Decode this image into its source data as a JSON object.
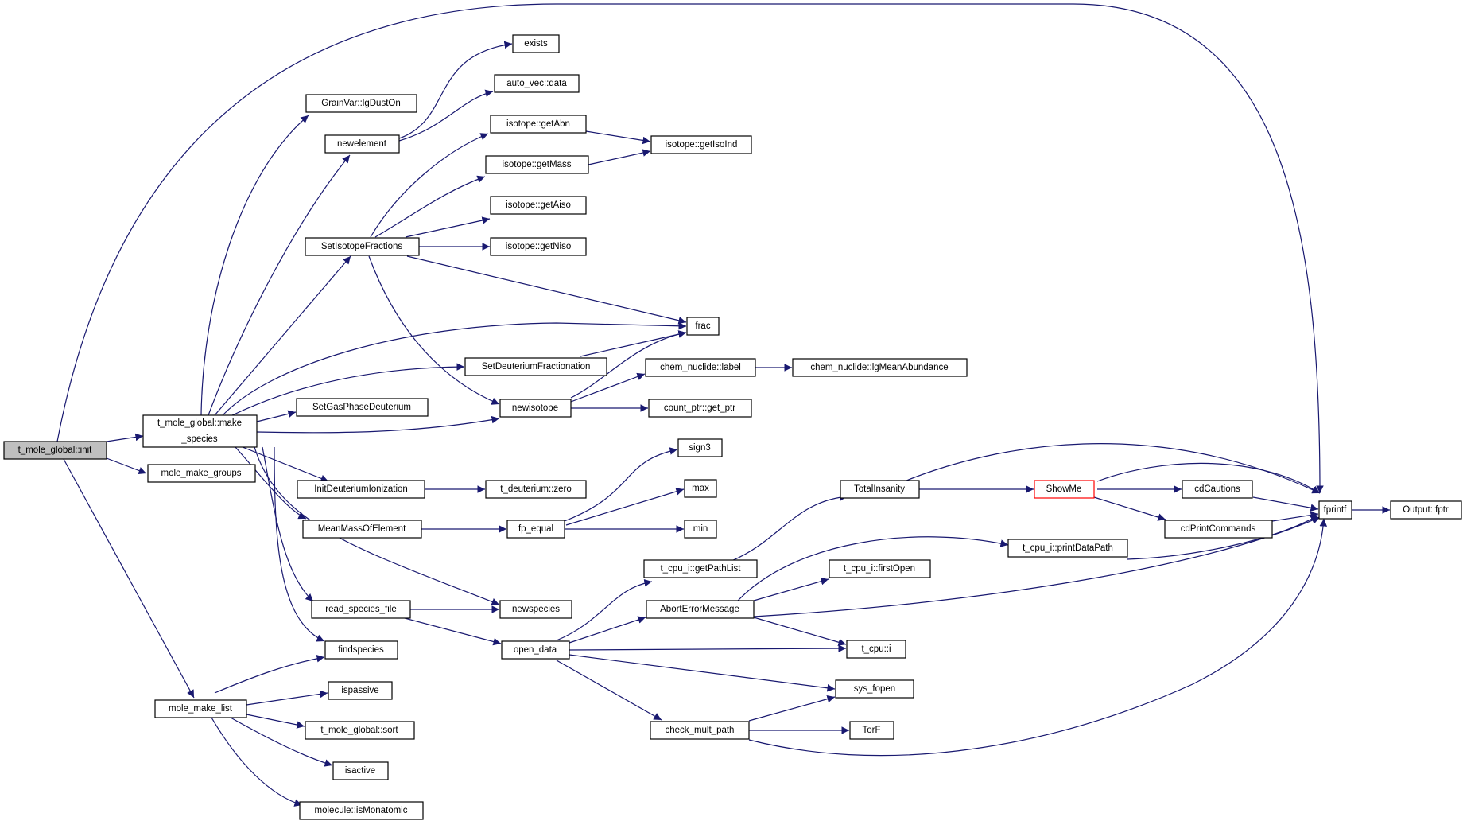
{
  "nodes": {
    "init": "t_mole_global::init",
    "make_species_1": "t_mole_global::make",
    "make_species_2": "_species",
    "mole_make_groups": "mole_make_groups",
    "mole_make_list": "mole_make_list",
    "grainvar": "GrainVar::lgDustOn",
    "newelement": "newelement",
    "exists": "exists",
    "autovec": "auto_vec::data",
    "getabn": "isotope::getAbn",
    "getmass": "isotope::getMass",
    "getaiso": "isotope::getAiso",
    "getniso": "isotope::getNiso",
    "getisoind": "isotope::getIsoInd",
    "setiso": "SetIsotopeFractions",
    "frac": "frac",
    "setdeut": "SetDeuteriumFractionation",
    "setgas": "SetGasPhaseDeuterium",
    "newisotope": "newisotope",
    "chemlabel": "chem_nuclide::label",
    "lgmean": "chem_nuclide::lgMeanAbundance",
    "getptr": "count_ptr::get_ptr",
    "initdeut": "InitDeuteriumIonization",
    "deutzero": "t_deuterium::zero",
    "meanmass": "MeanMassOfElement",
    "fpequal": "fp_equal",
    "sign3": "sign3",
    "max": "max",
    "min": "min",
    "readspecies": "read_species_file",
    "newspecies": "newspecies",
    "findspecies": "findspecies",
    "ispassive": "ispassive",
    "sort": "t_mole_global::sort",
    "isactive": "isactive",
    "ismono": "molecule::isMonatomic",
    "opendata": "open_data",
    "getpathlist": "t_cpu_i::getPathList",
    "abort": "AbortErrorMessage",
    "checkmult": "check_mult_path",
    "totalins": "TotalInsanity",
    "showme": "ShowMe",
    "cdcautions": "cdCautions",
    "cdprint": "cdPrintCommands",
    "printdatapath": "t_cpu_i::printDataPath",
    "firstopen": "t_cpu_i::firstOpen",
    "tcpui": "t_cpu::i",
    "sysfopen": "sys_fopen",
    "torf": "TorF",
    "fprintf": "fprintf",
    "outputfptr": "Output::fptr"
  },
  "colors": {
    "edge": "#191970",
    "root_fill": "#bfbfbf",
    "highlight_border": "#ff0000"
  }
}
